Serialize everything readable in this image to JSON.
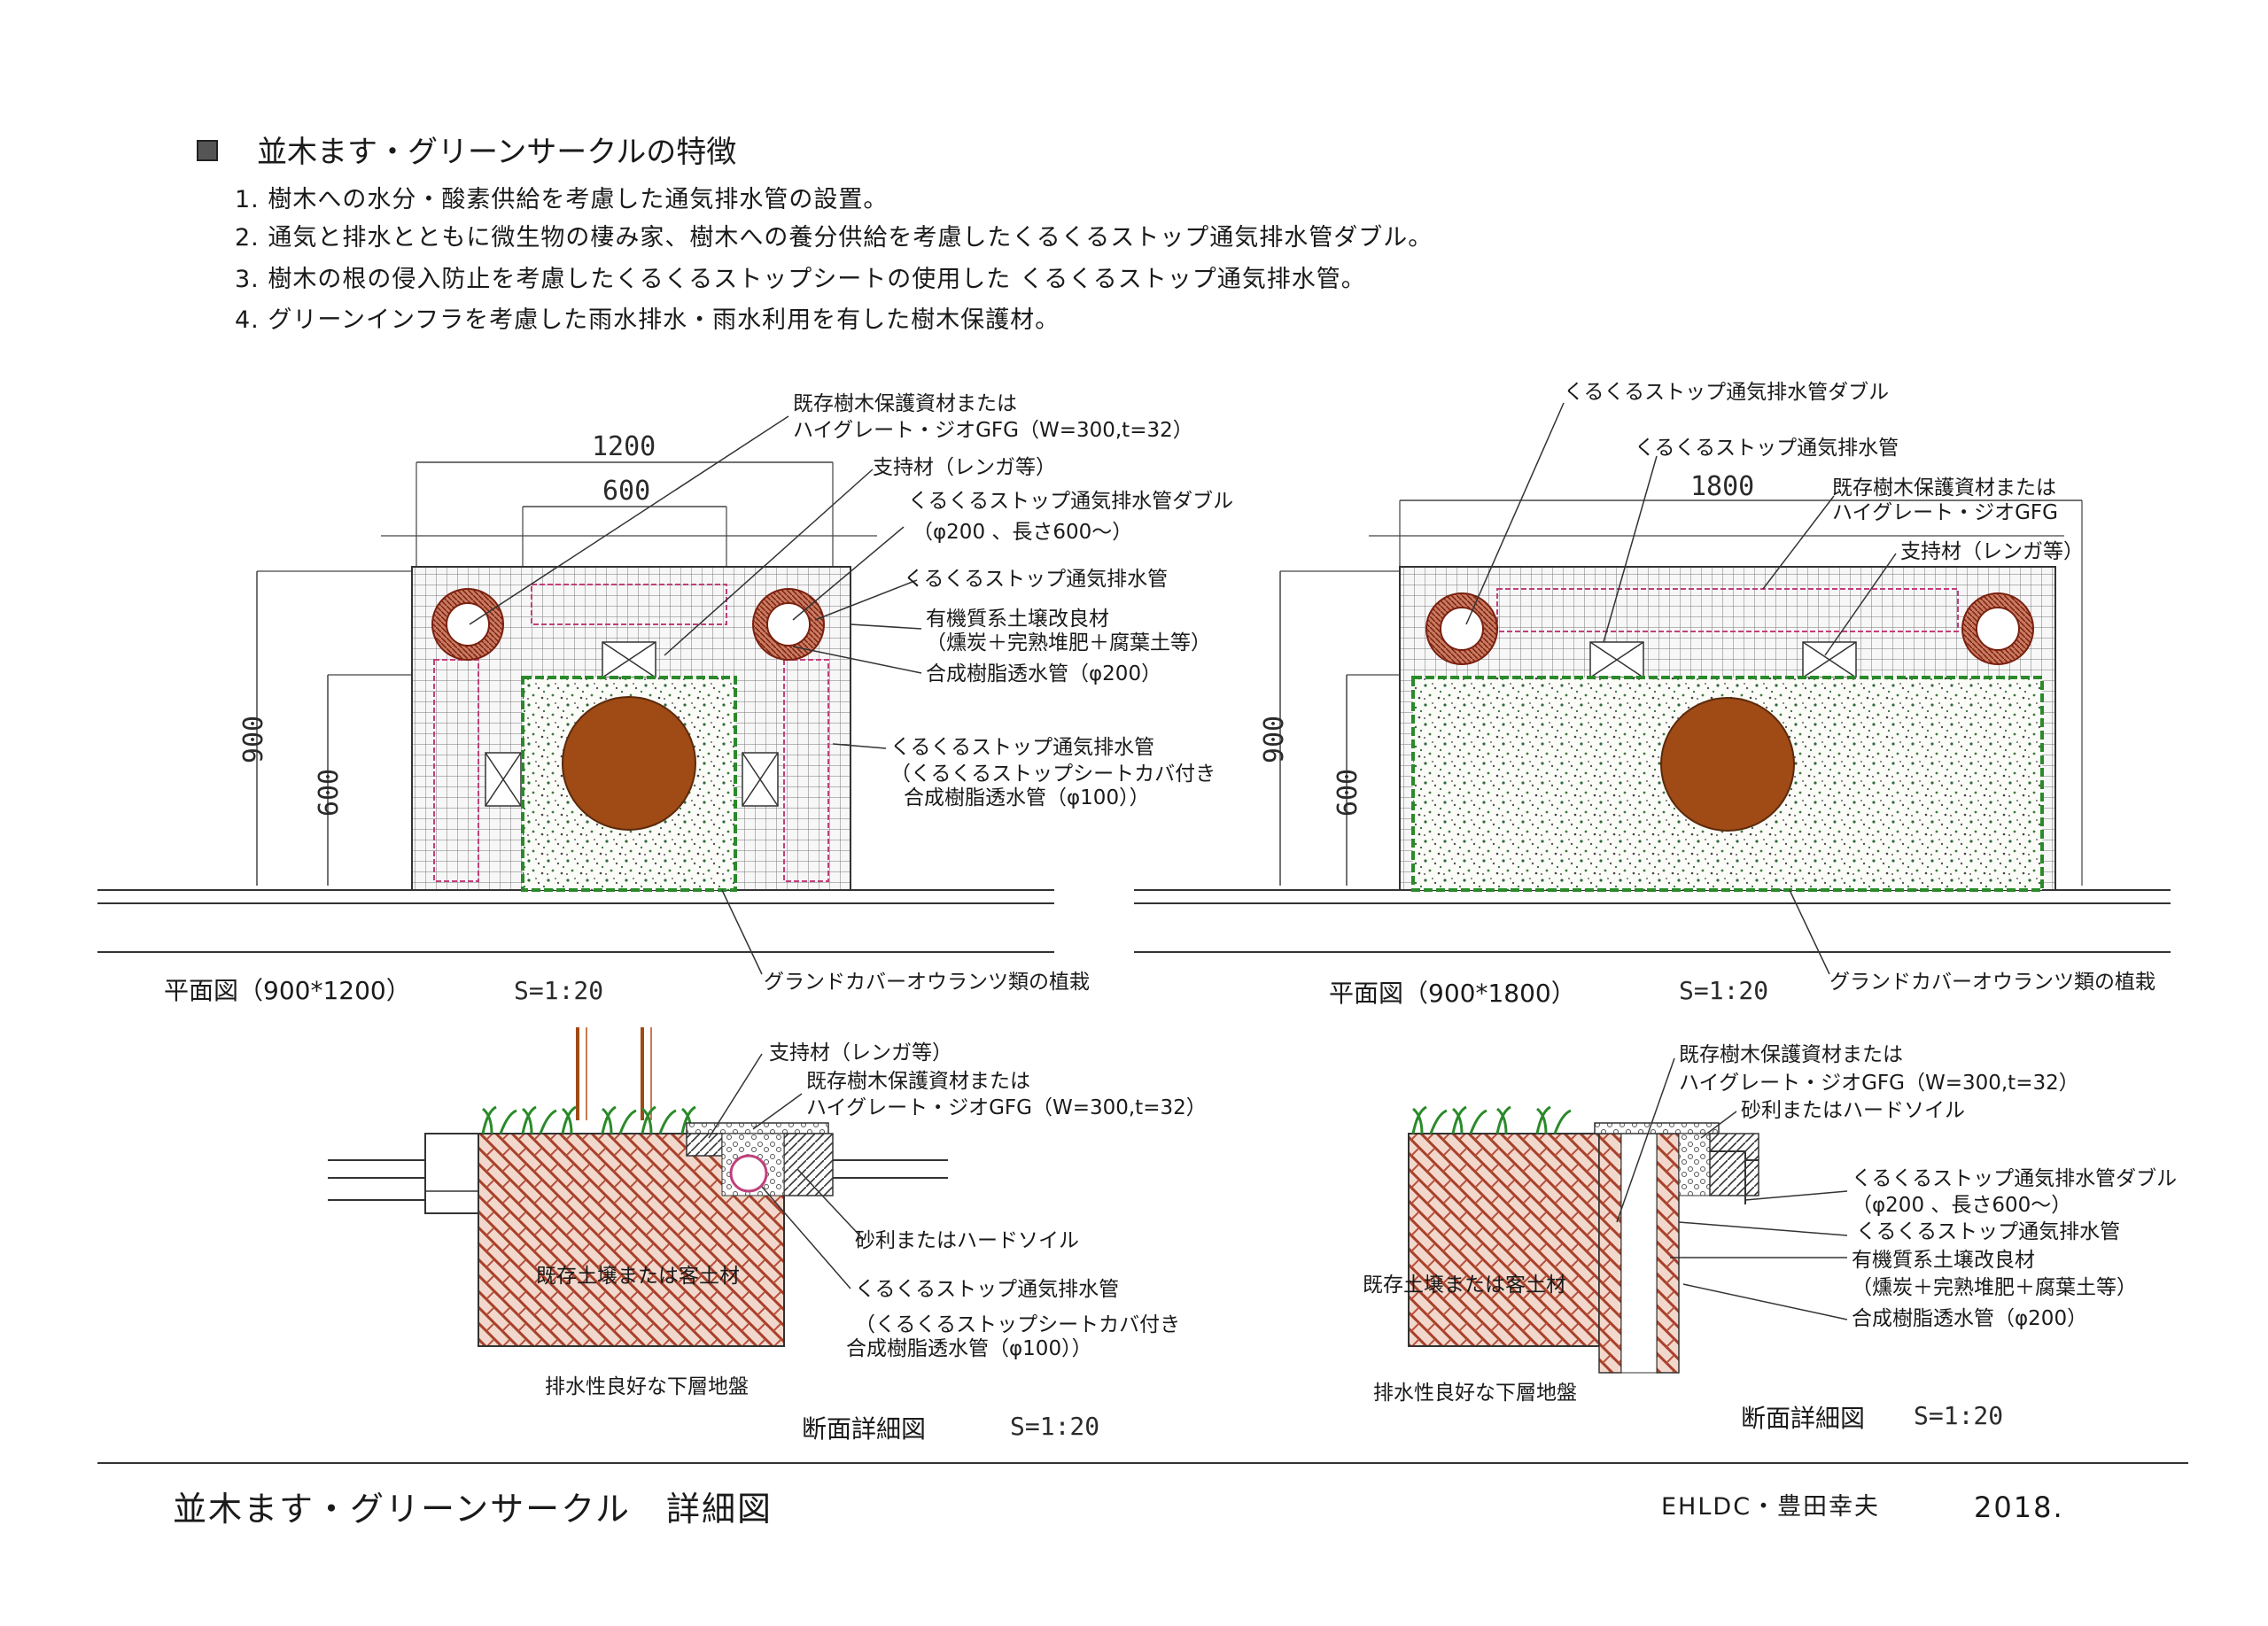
{
  "features": {
    "title": "並木ます・グリーンサークルの特徴",
    "items": [
      "1. 樹木への水分・酸素供給を考慮した通気排水管の設置。",
      "2. 通気と排水とともに微生物の棲み家、樹木への養分供給を考慮したくるくるストップ通気排水管ダブル。",
      "3. 樹木の根の侵入防止を考慮したくるくるストップシートの使用した くるくるストップ通気排水管。",
      "4. グリーンインフラを考慮した雨水排水・雨水利用を有した樹木保護材。"
    ]
  },
  "plan_left": {
    "dim_1200": "1200",
    "dim_600_top": "600",
    "dim_900": "900",
    "dim_600_side": "600",
    "labels": {
      "protect_l1": "既存樹木保護資材または",
      "protect_l2": "ハイグレート・ジオGFG（W=300,t=32）",
      "support": "支持材（レンガ等）",
      "double_l1": "くるくるストップ通気排水管ダブル",
      "double_l2": "（φ200 、長さ600～）",
      "pipe": "くるくるストップ通気排水管",
      "soil_l1": "有機質系土壌改良材",
      "soil_l2": "（燻炭＋完熟堆肥＋腐葉土等）",
      "resin200": "合成樹脂透水管（φ200）",
      "pipe2": "くるくるストップ通気排水管",
      "sheet_l1": "（くるくるストップシートカバ付き",
      "sheet_l2": "合成樹脂透水管（φ100））",
      "ground": "グランドカバーオウランツ類の植栽"
    },
    "caption": "平面図（900*1200）",
    "scale": "S=1:20"
  },
  "plan_right": {
    "dim_1800": "1800",
    "dim_900": "900",
    "dim_600_side": "600",
    "labels": {
      "double": "くるくるストップ通気排水管ダブル",
      "pipe": "くるくるストップ通気排水管",
      "protect_l1": "既存樹木保護資材または",
      "protect_l2": "ハイグレート・ジオGFG",
      "support": "支持材（レンガ等）",
      "ground": "グランドカバーオウランツ類の植栽"
    },
    "caption": "平面図（900*1800）",
    "scale": "S=1:20"
  },
  "section_left": {
    "labels": {
      "support": "支持材（レンガ等）",
      "protect_l1": "既存樹木保護資材または",
      "protect_l2": "ハイグレート・ジオGFG（W=300,t=32）",
      "gravel": "砂利またはハードソイル",
      "pipe": "くるくるストップ通気排水管",
      "sheet_l1": "（くるくるストップシートカバ付き",
      "sheet_l2": "合成樹脂透水管（φ100））",
      "soil_inside": "既存土壌または客土材",
      "base": "排水性良好な下層地盤"
    },
    "caption": "断面詳細図",
    "scale": "S=1:20"
  },
  "section_right": {
    "labels": {
      "protect_l1": "既存樹木保護資材または",
      "protect_l2": "ハイグレート・ジオGFG（W=300,t=32）",
      "gravel": "砂利またはハードソイル",
      "double_l1": "くるくるストップ通気排水管ダブル",
      "double_l2": "（φ200 、長さ600～）",
      "pipe": "くるくるストップ通気排水管",
      "soil_l1": "有機質系土壌改良材",
      "soil_l2": "（燻炭＋完熟堆肥＋腐葉土等）",
      "resin200": "合成樹脂透水管（φ200）",
      "soil_inside": "既存土壌または客土材",
      "base": "排水性良好な下層地盤"
    },
    "caption": "断面詳細図",
    "scale": "S=1:20"
  },
  "footer": {
    "title": "並木ます・グリーンサークル　詳細図",
    "author": "EHLDC・豊田幸夫",
    "year": "2018."
  },
  "colors": {
    "tree": "#a04a16",
    "ring": "#8a2a1a",
    "green": "#2a8a2a",
    "pink": "#c0407a",
    "soil": "#a8402a"
  }
}
